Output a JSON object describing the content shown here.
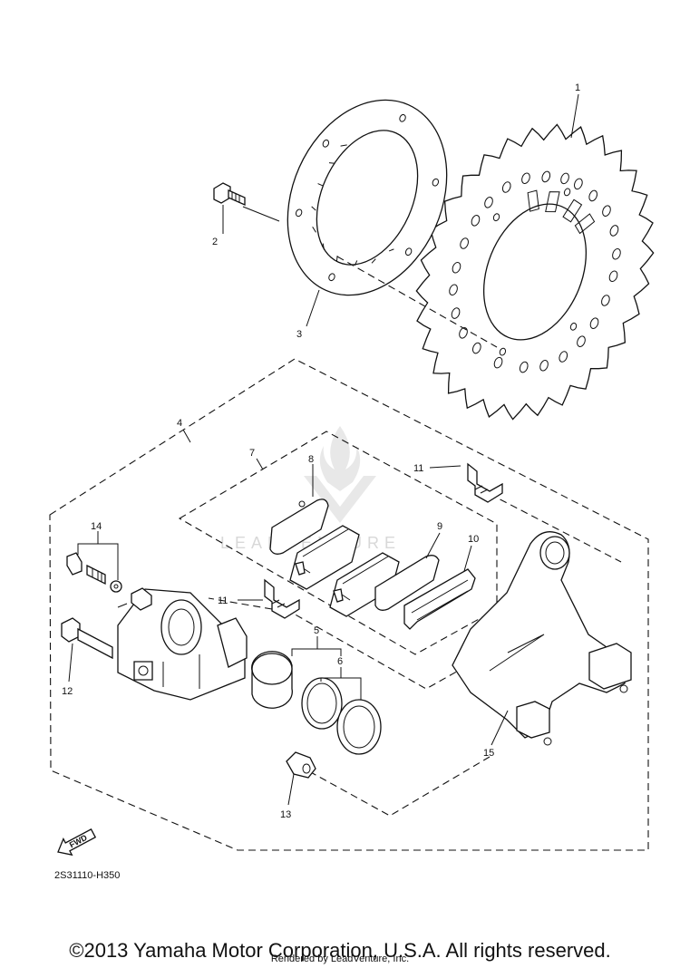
{
  "diagram": {
    "part_numbers": {
      "p1": "1",
      "p2": "2",
      "p3": "3",
      "p4": "4",
      "p5": "5",
      "p6": "6",
      "p7": "7",
      "p8": "8",
      "p9": "9",
      "p10": "10",
      "p11a": "11",
      "p11b": "11",
      "p12": "12",
      "p13": "13",
      "p14": "14",
      "p15": "15"
    },
    "fwd_label": "FWD",
    "diagram_code": "2S31110-H350",
    "watermark": "LEADVENTURE"
  },
  "footer": {
    "copyright": "©2013 Yamaha Motor Corporation, U.S.A. All rights reserved.",
    "rendered_by": "Rendered by LeadVenture, Inc."
  }
}
